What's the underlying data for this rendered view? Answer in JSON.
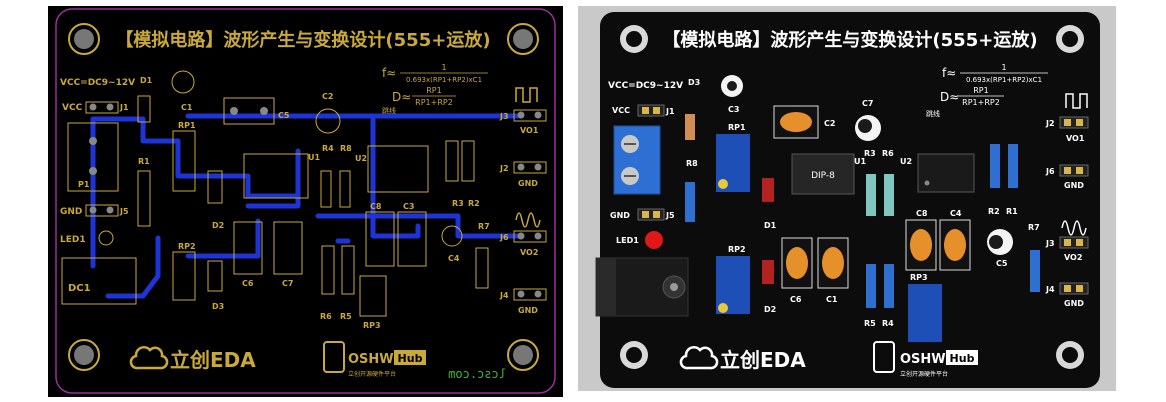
{
  "title": "【模拟电路】波形产生与变换设计(555+运放)",
  "formula": {
    "f_prefix": "f≈",
    "f_num": "1",
    "f_den": "0.693x(RP1+RP2)xC1",
    "d_prefix": "D≈",
    "d_num": "RP1",
    "d_den": "RP1+RP2"
  },
  "jumper_label": "跳线",
  "power_label": "VCC=DC9~12V",
  "labels": {
    "vcc": "VCC",
    "gnd": "GND",
    "vo1": "VO1",
    "vo2": "VO2",
    "led1": "LED1",
    "dc1": "DC1",
    "p1": "P1",
    "dip": "DIP-8"
  },
  "refs": {
    "d1": "D1",
    "d2": "D2",
    "d3": "D3",
    "c1": "C1",
    "c2": "C2",
    "c3": "C3",
    "c4": "C4",
    "c5": "C5",
    "c6": "C6",
    "c7": "C7",
    "c8": "C8",
    "r1": "R1",
    "r2": "R2",
    "r3": "R3",
    "r4": "R4",
    "r5": "R5",
    "r6": "R6",
    "r7": "R7",
    "r8": "R8",
    "rp1": "RP1",
    "rp2": "RP2",
    "rp3": "RP3",
    "u1": "U1",
    "u2": "U2",
    "j1": "J1",
    "j2": "J2",
    "j3": "J3",
    "j4": "J4",
    "j5": "J5",
    "j6": "J6"
  },
  "logos": {
    "lceda": "立创EDA",
    "oshw": "OSHW",
    "hub": "Hub",
    "oshw_sub": "立创开源硬件平台"
  },
  "mirror_text": "lcsc.com",
  "colors": {
    "board_left": "#000000",
    "trace": "#1f34d6",
    "silk_gold": "#c9a93a",
    "board_right": "#0c0c0c",
    "outline": "#9c2fa0"
  }
}
